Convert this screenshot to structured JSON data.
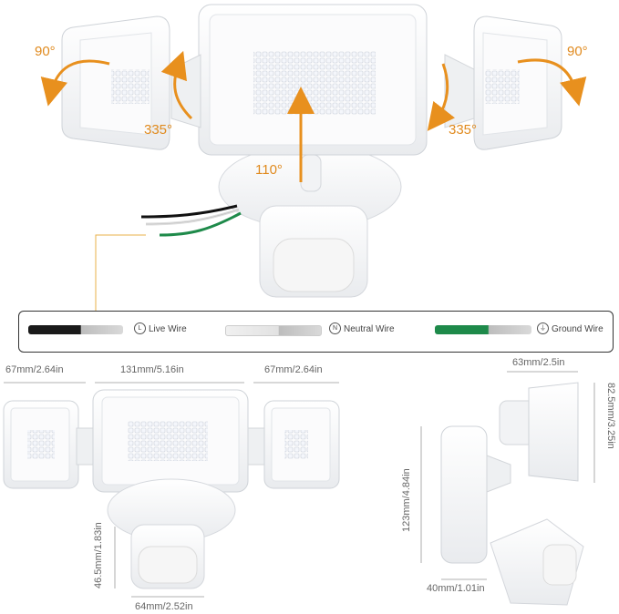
{
  "angles": {
    "left_rotate": "90°",
    "left_swivel": "335°",
    "center_tilt": "110°",
    "right_swivel": "335°",
    "right_rotate": "90°"
  },
  "wires": [
    {
      "label": "Live Wire",
      "icon": "L",
      "color": "#1a1a1a"
    },
    {
      "label": "Neutral Wire",
      "icon": "N",
      "color": "#e6e6e6"
    },
    {
      "label": "Ground Wire",
      "icon": "⏚",
      "color": "#1e8a4a"
    }
  ],
  "dimensions": {
    "side_head_width": "67mm/2.64in",
    "center_head_width": "131mm/5.16in",
    "side_head_width_right": "67mm/2.64in",
    "sensor_height": "46.5mm/1.83in",
    "sensor_width": "64mm/2.52in",
    "side_depth_top": "63mm/2.5in",
    "side_head_height": "82.5mm/3.25in",
    "side_total_height": "123mm/4.84in",
    "side_base_depth": "40mm/1.01in"
  },
  "colors": {
    "accent": "#e8901e",
    "led": "#eef3ff"
  }
}
